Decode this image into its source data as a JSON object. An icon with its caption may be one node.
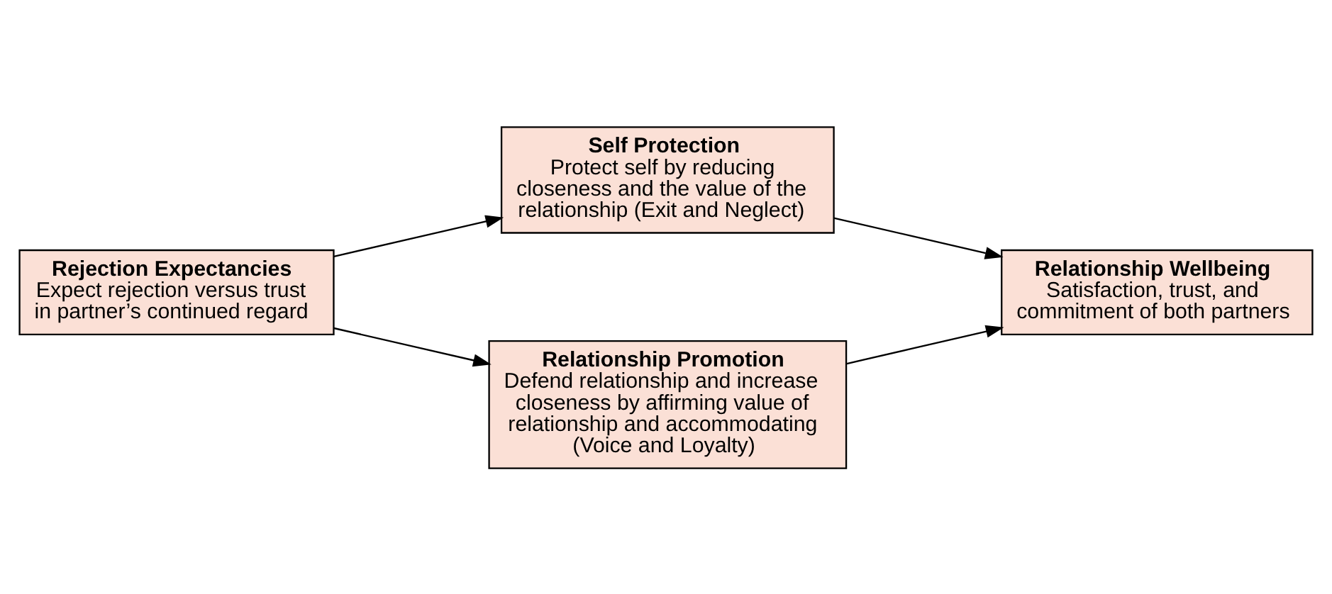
{
  "diagram": {
    "nodes": [
      {
        "text": [
          "Rejection Expectancies",
          "Expect rejection versus trust in partner’s continued regard"
        ]
      },
      {
        "text": [
          "Self Protection",
          "Protect self by reducing closeness and the value of the relationship (Exit and Neglect)"
        ]
      },
      {
        "text": [
          "Relationship Promotion",
          "Defend relationship and increase closeness by affirming value of relationship and accommodating (Voice and Loyalty)"
        ]
      },
      {
        "text": [
          "Relationship Wellbeing",
          "Satisfaction, trust, and commitment of both partners"
        ]
      }
    ],
    "edges": [
      {
        "from": 0,
        "to": 1,
        "arrow": "to"
      },
      {
        "from": 0,
        "to": 2,
        "arrow": "to"
      },
      {
        "from": 1,
        "to": 3,
        "arrow": "to"
      },
      {
        "from": 2,
        "to": 3,
        "arrow": "to"
      }
    ]
  }
}
